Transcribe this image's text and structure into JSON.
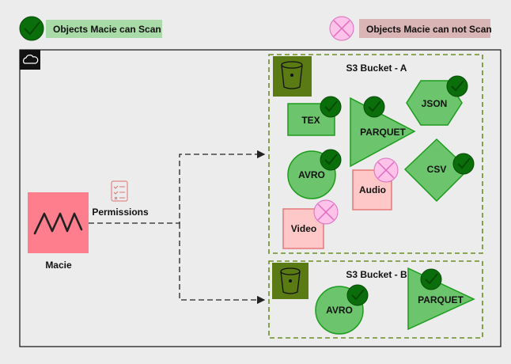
{
  "legend": {
    "can_scan": "Objects Macie can Scan",
    "cannot_scan": "Objects Macie can not Scan"
  },
  "macie": {
    "label": "Macie"
  },
  "permissions": {
    "label": "Permissions"
  },
  "bucket_a": {
    "title": "S3 Bucket - A",
    "objects": {
      "tex": "TEX",
      "parquet": "PARQUET",
      "json": "JSON",
      "avro": "AVRO",
      "audio": "Audio",
      "csv": "CSV",
      "video": "Video"
    }
  },
  "bucket_b": {
    "title": "S3 Bucket - B",
    "objects": {
      "avro": "AVRO",
      "parquet": "PARQUET"
    }
  },
  "colors": {
    "scannable_fill": "#6cc56c",
    "scannable_stroke": "#1c9b1c",
    "check_badge": "#0a6e0a",
    "unscannable_fill": "#ffc8c8",
    "unscannable_stroke": "#e67878",
    "cross_badge": "#ffc2e8",
    "macie_fill": "#ff7e8e",
    "bucket_icon": "#5a7a14",
    "dashed_border": "#6b8e23"
  }
}
